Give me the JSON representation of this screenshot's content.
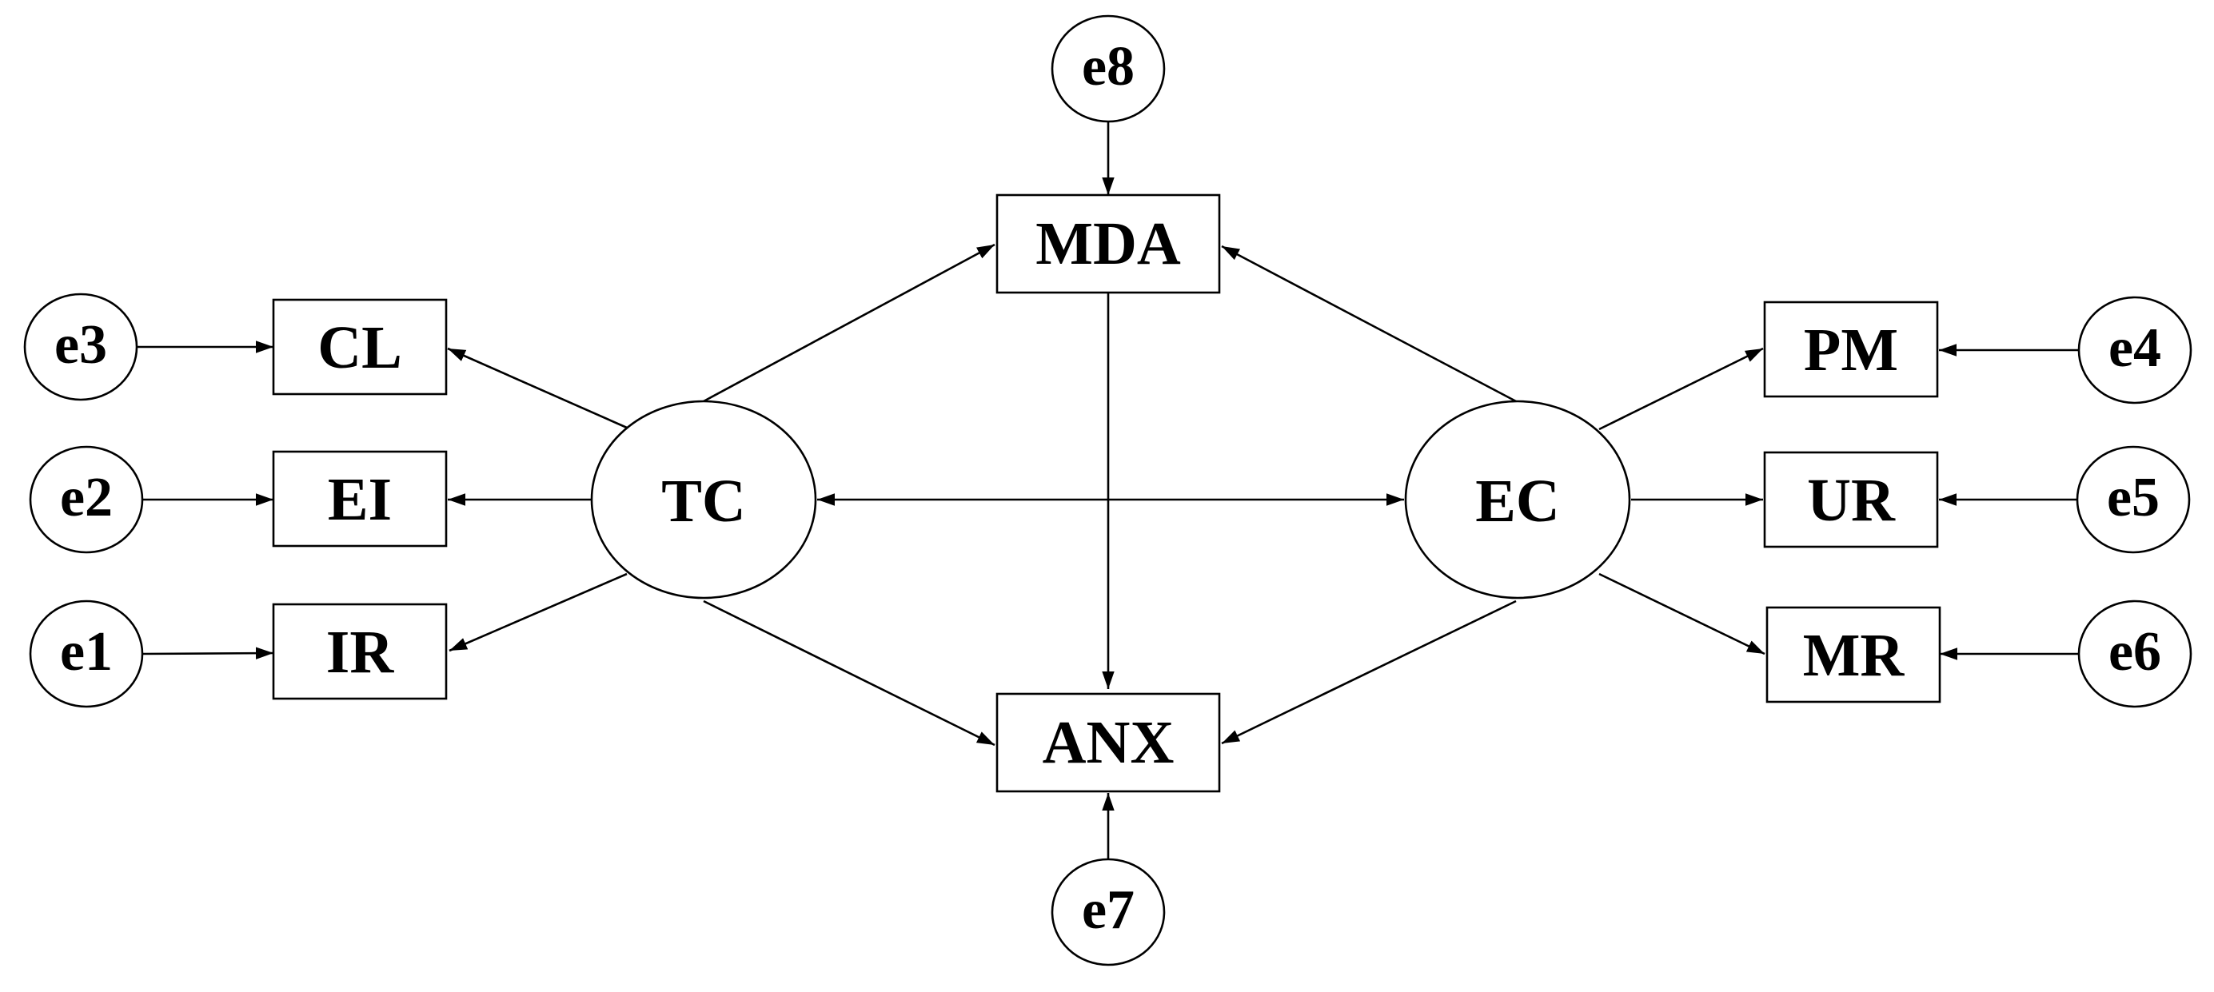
{
  "diagram": {
    "stroke_color": "#000000",
    "background": "#ffffff",
    "latent": {
      "tc": "TC",
      "ec": "EC"
    },
    "observed": {
      "mda": "MDA",
      "anx": "ANX",
      "cl": "CL",
      "ei": "EI",
      "ir": "IR",
      "pm": "PM",
      "ur": "UR",
      "mr": "MR"
    },
    "errors": {
      "e1": "e1",
      "e2": "e2",
      "e3": "e3",
      "e4": "e4",
      "e5": "e5",
      "e6": "e6",
      "e7": "e7",
      "e8": "e8"
    }
  }
}
